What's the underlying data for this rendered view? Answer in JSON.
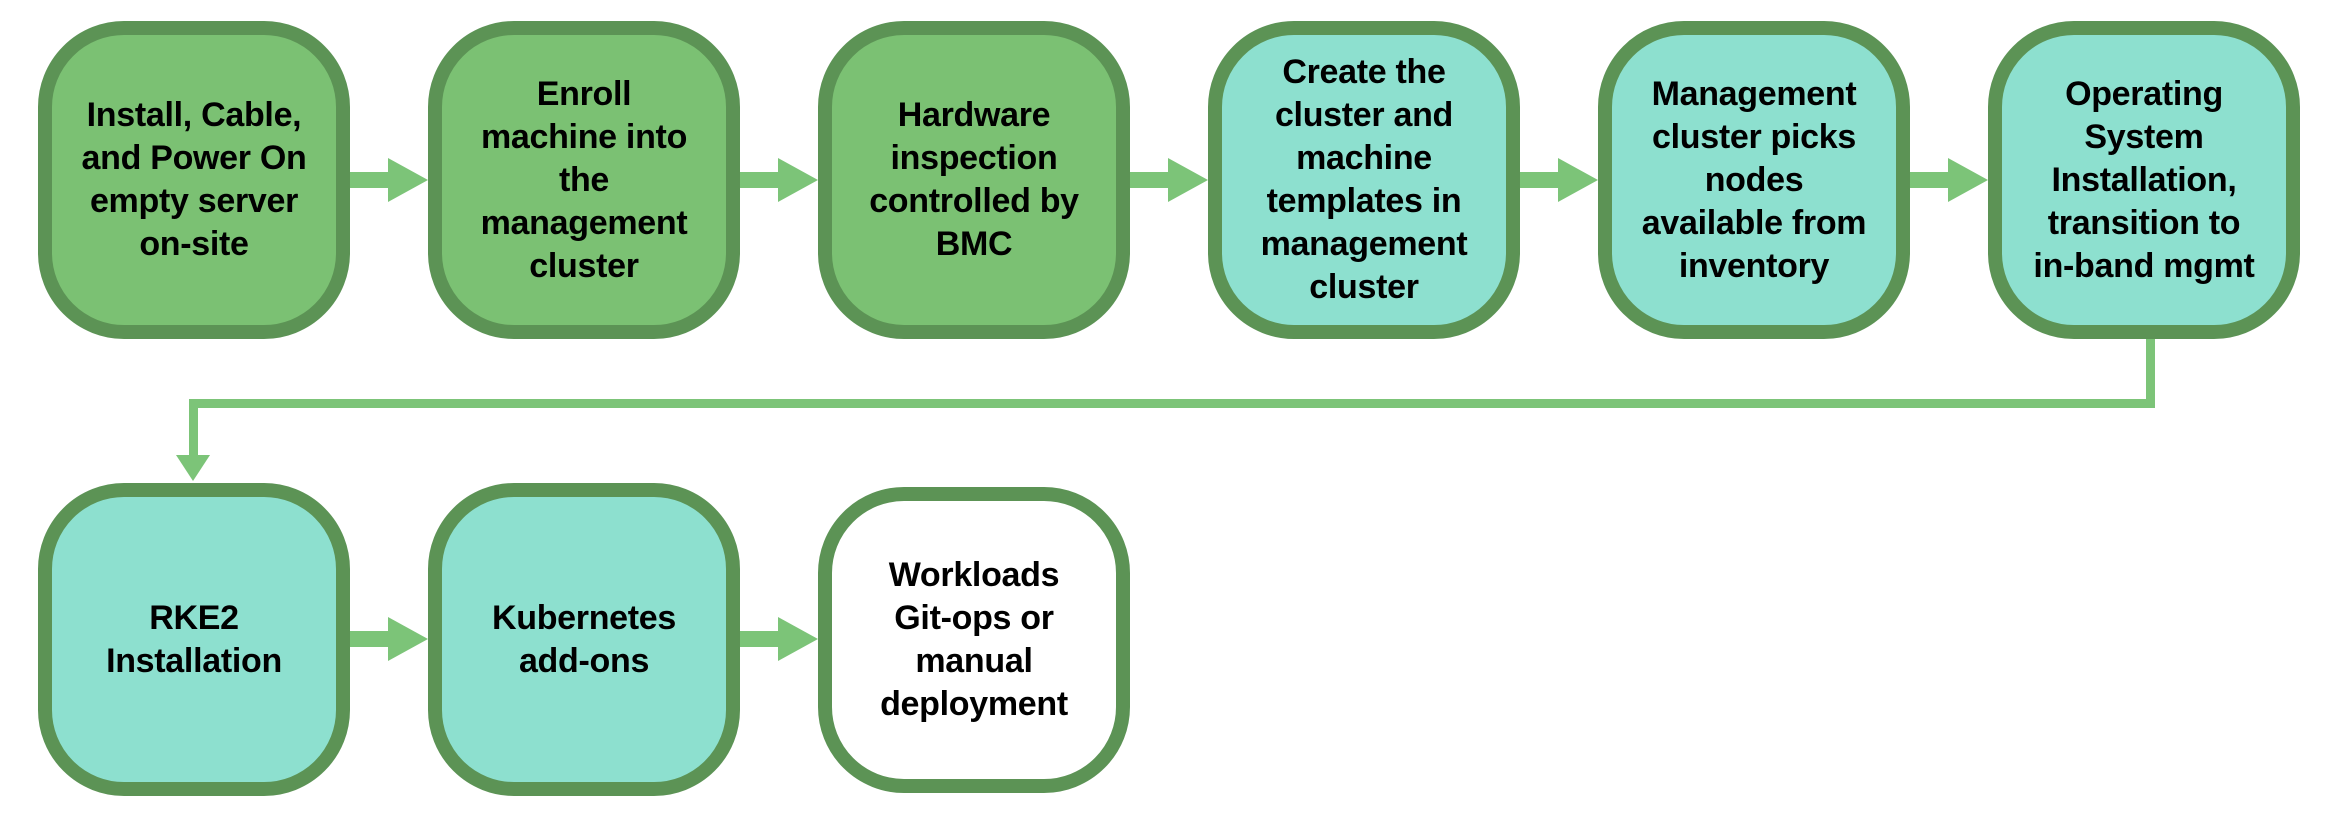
{
  "colors": {
    "bg": "#ffffff",
    "border_green": "#5C9355",
    "fill_green": "#7BC173",
    "fill_teal": "#8DE0CF",
    "fill_white": "#ffffff",
    "arrow_green": "#7CC478",
    "text_color": "#000000"
  },
  "flowchart": {
    "nodes": [
      {
        "id": "install-cable-power",
        "variant": "green",
        "label": "Install, Cable,\nand Power On\nempty server\non-site"
      },
      {
        "id": "enroll-machine",
        "variant": "green",
        "label": "Enroll\nmachine into\nthe\nmanagement\ncluster"
      },
      {
        "id": "hardware-inspection",
        "variant": "green",
        "label": "Hardware\ninspection\ncontrolled by\nBMC"
      },
      {
        "id": "create-cluster-templates",
        "variant": "teal",
        "label": "Create the\ncluster and\nmachine\ntemplates in\nmanagement\ncluster"
      },
      {
        "id": "cluster-picks-nodes",
        "variant": "teal",
        "label": "Management\ncluster picks\nnodes\navailable from\ninventory"
      },
      {
        "id": "os-installation",
        "variant": "teal",
        "label": "Operating\nSystem\nInstallation,\ntransition to\nin-band mgmt"
      },
      {
        "id": "rke2-installation",
        "variant": "teal",
        "label": "RKE2\nInstallation"
      },
      {
        "id": "kubernetes-addons",
        "variant": "teal",
        "label": "Kubernetes\nadd-ons"
      },
      {
        "id": "workloads-deployment",
        "variant": "white",
        "label": "Workloads\nGit-ops or\nmanual\ndeployment"
      }
    ]
  }
}
